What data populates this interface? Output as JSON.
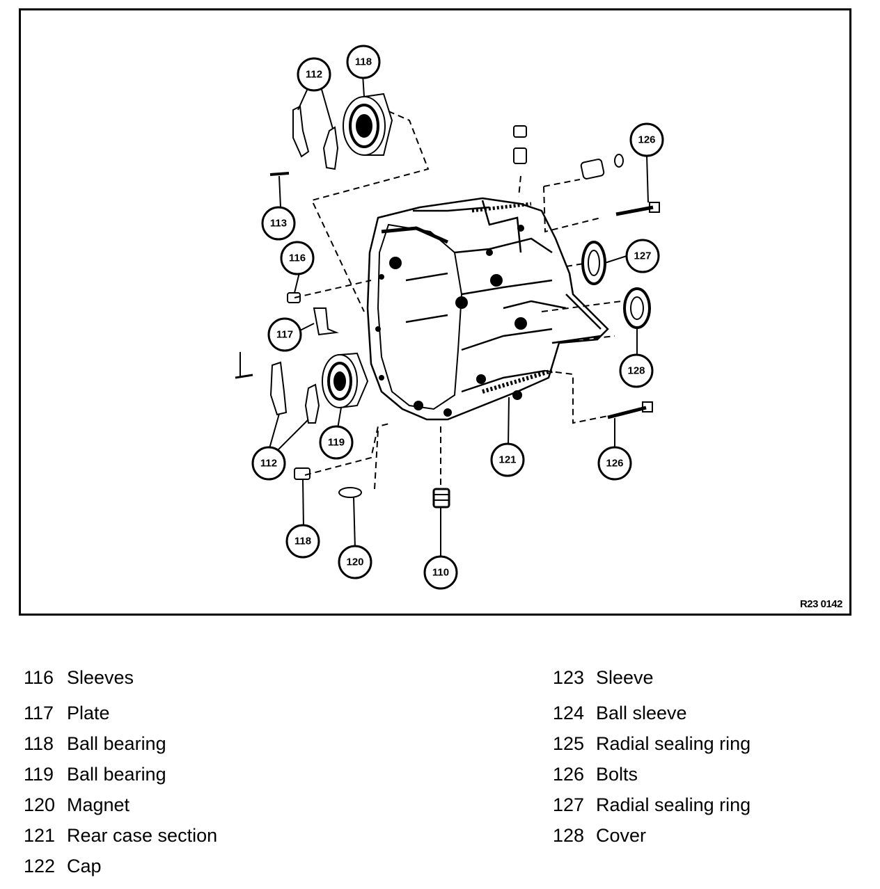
{
  "figure": {
    "code": "R23 0142",
    "callouts": [
      "112",
      "118",
      "113",
      "116",
      "117",
      "119",
      "112",
      "118",
      "120",
      "110",
      "121",
      "126",
      "127",
      "128",
      "126"
    ]
  },
  "legend": {
    "left": [
      {
        "num": "116",
        "label": "Sleeves"
      },
      {
        "num": "117",
        "label": "Plate"
      },
      {
        "num": "118",
        "label": "Ball bearing"
      },
      {
        "num": "119",
        "label": "Ball bearing"
      },
      {
        "num": "120",
        "label": "Magnet"
      },
      {
        "num": "121",
        "label": "Rear case section"
      },
      {
        "num": "122",
        "label": "Cap"
      }
    ],
    "right": [
      {
        "num": "123",
        "label": "Sleeve"
      },
      {
        "num": "124",
        "label": "Ball sleeve"
      },
      {
        "num": "125",
        "label": "Radial sealing ring"
      },
      {
        "num": "126",
        "label": "Bolts"
      },
      {
        "num": "127",
        "label": "Radial sealing ring"
      },
      {
        "num": "128",
        "label": "Cover"
      }
    ]
  }
}
